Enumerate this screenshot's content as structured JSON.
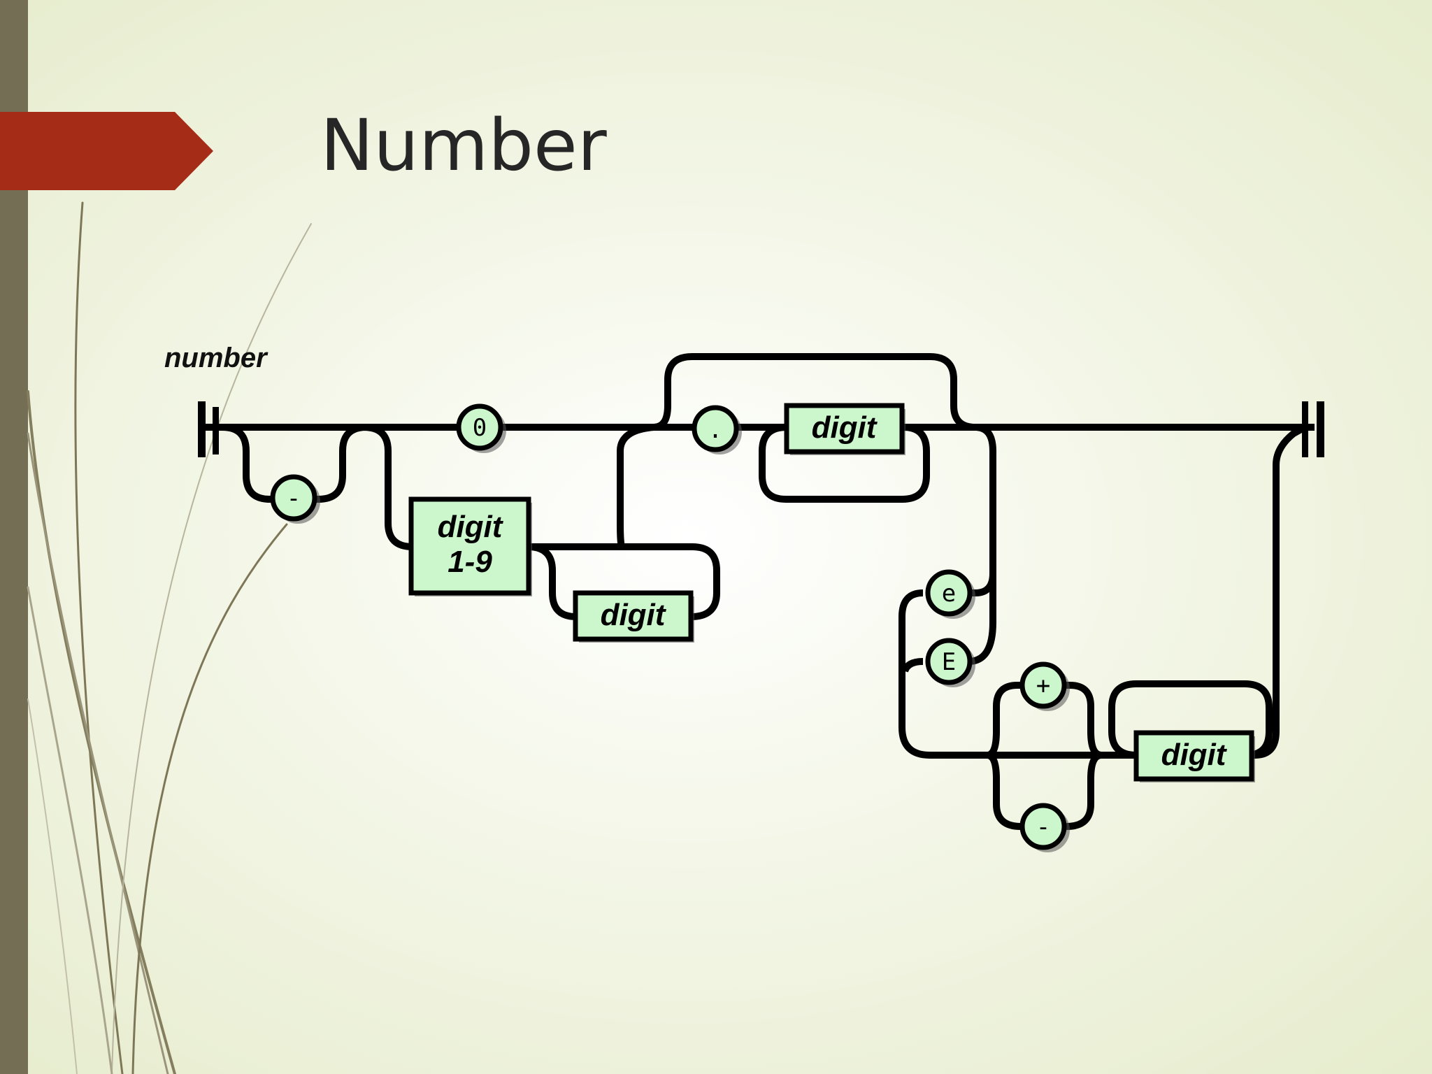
{
  "slide": {
    "title": "Number",
    "colors": {
      "accent": "#a52d18",
      "side_bar": "#746e55",
      "node_fill": "#ccf7cc"
    }
  },
  "diagram": {
    "rule_name": "number",
    "terminals": {
      "minus_optional": "-",
      "zero": "0",
      "dot": ".",
      "e_lower": "e",
      "e_upper": "E",
      "plus": "+",
      "minus_exp": "-"
    },
    "nonterminals": {
      "digit_1_9_line1": "digit",
      "digit_1_9_line2": "1-9",
      "digit_int": "digit",
      "digit_frac": "digit",
      "digit_exp": "digit"
    }
  }
}
